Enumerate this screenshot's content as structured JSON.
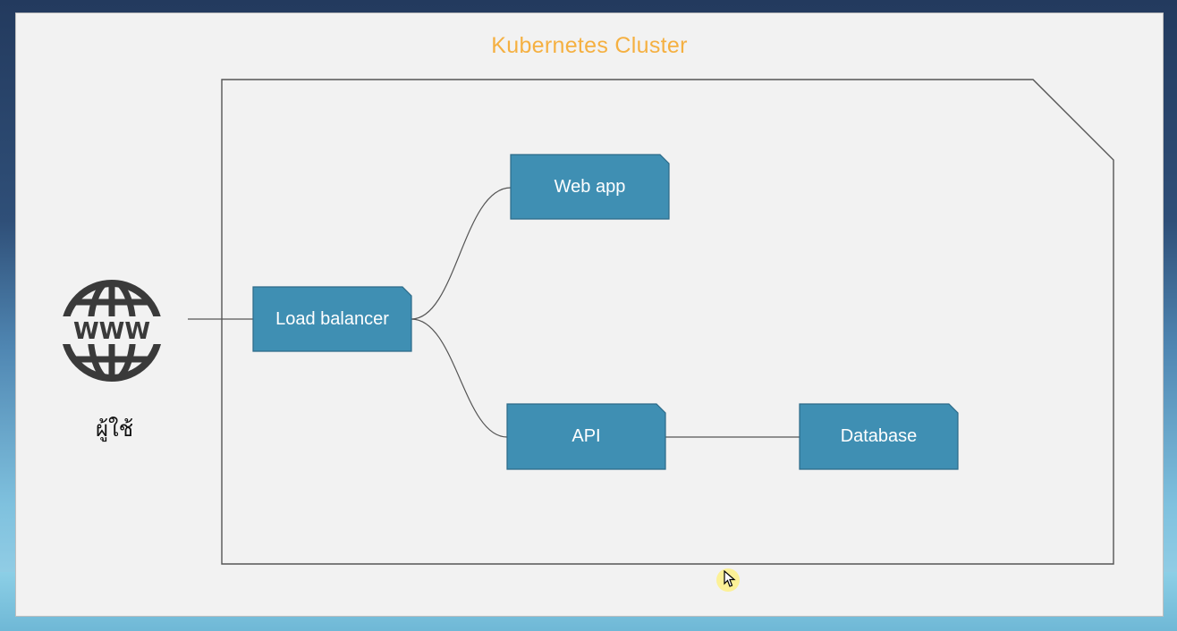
{
  "diagram": {
    "cluster_title": "Kubernetes Cluster",
    "client": {
      "icon": "www-globe-icon",
      "icon_text": "WWW",
      "label": "ผู้ใช้"
    },
    "nodes": {
      "load_balancer": "Load balancer",
      "web_app": "Web app",
      "api": "API",
      "database": "Database"
    },
    "edges": [
      [
        "client",
        "load_balancer"
      ],
      [
        "load_balancer",
        "web_app"
      ],
      [
        "load_balancer",
        "api"
      ],
      [
        "api",
        "database"
      ]
    ],
    "colors": {
      "cluster_title": "#f5b041",
      "node_fill": "#3f8fb3",
      "node_border": "#2c6a88",
      "connector": "#555555",
      "globe": "#3a3a3a"
    }
  }
}
